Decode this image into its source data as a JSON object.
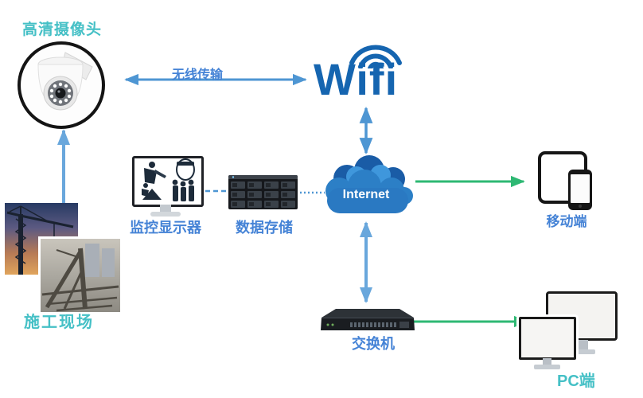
{
  "nodes": {
    "camera": {
      "label": "高清摄像头"
    },
    "site": {
      "label": "施工现场"
    },
    "wifi": {
      "logo_text": "Wifi"
    },
    "monitor": {
      "label": "监控显示器"
    },
    "storage": {
      "label": "数据存储"
    },
    "internet": {
      "label": "Internet"
    },
    "switch": {
      "label": "交换机"
    },
    "mobile": {
      "label": "移动端"
    },
    "pc": {
      "label": "PC端"
    }
  },
  "links": {
    "wireless": {
      "label": "无线传输"
    }
  },
  "colors": {
    "blue_arrow": "#4e96d3",
    "green_arrow": "#2eb873",
    "label_blue": "#4583d6",
    "label_teal": "#45c0c6",
    "wifi_logo_blue": "#1565b0",
    "cloud_blue": "#2a79c2"
  }
}
